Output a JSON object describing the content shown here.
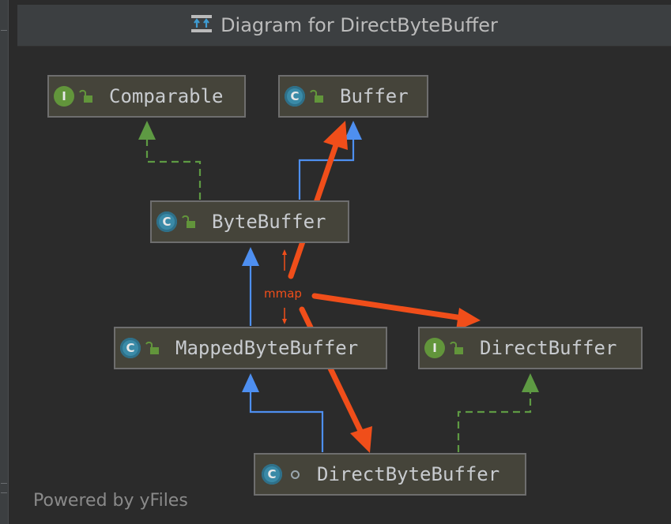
{
  "window": {
    "title": "Diagram for DirectByteBuffer"
  },
  "nodes": {
    "comparable": {
      "label": "Comparable",
      "kind_letter": "I",
      "kind": "interface"
    },
    "buffer": {
      "label": "Buffer",
      "kind_letter": "C",
      "kind": "class"
    },
    "bytebuffer": {
      "label": "ByteBuffer",
      "kind_letter": "C",
      "kind": "class"
    },
    "mappedbytebuffer": {
      "label": "MappedByteBuffer",
      "kind_letter": "C",
      "kind": "class"
    },
    "directbuffer": {
      "label": "DirectBuffer",
      "kind_letter": "I",
      "kind": "interface"
    },
    "directbytebuffer": {
      "label": "DirectByteBuffer",
      "kind_letter": "C",
      "kind": "class"
    }
  },
  "annotation": {
    "label": "mmap"
  },
  "footer": {
    "powered_by": "Powered by yFiles"
  },
  "colors": {
    "extends_edge": "#4e8ff0",
    "implements_edge": "#5e9a43",
    "annotation": "#f04e1a",
    "node_fill": "#45443a",
    "interface_badge": "#62953b",
    "class_badge": "#3a8aa7"
  }
}
